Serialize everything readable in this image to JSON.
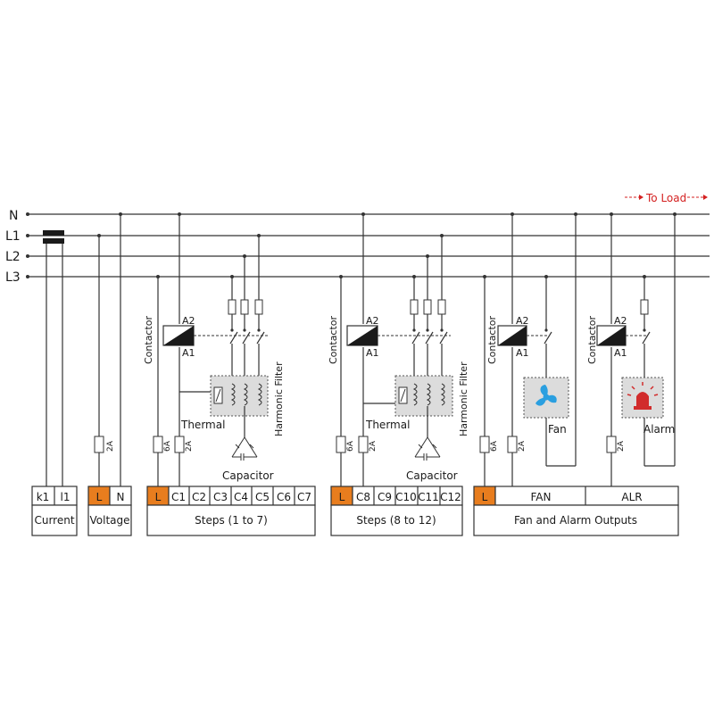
{
  "to_load": "To Load",
  "lines": [
    "N",
    "L1",
    "L2",
    "L3"
  ],
  "current": {
    "terminals": [
      "k1",
      "l1"
    ],
    "label": "Current"
  },
  "voltage": {
    "terminals": [
      "L",
      "N"
    ],
    "label": "Voltage"
  },
  "steps1": {
    "terminals": [
      "L",
      "C1",
      "C2",
      "C3",
      "C4",
      "C5",
      "C6",
      "C7"
    ],
    "label": "Steps (1 to 7)"
  },
  "steps2": {
    "terminals": [
      "L",
      "C8",
      "C9",
      "C10",
      "C11",
      "C12"
    ],
    "label": "Steps (8 to 12)"
  },
  "outputs": {
    "terminals": [
      "L",
      "FAN",
      "ALR"
    ],
    "label": "Fan and Alarm Outputs"
  },
  "labels": {
    "contactor": "Contactor",
    "a2": "A2",
    "a1": "A1",
    "thermal": "Thermal",
    "harmonic_filter": "Harmonic Filter",
    "capacitor": "Capacitor",
    "fan": "Fan",
    "alarm": "Alarm",
    "fuse_2a": "2A",
    "fuse_6a": "6A"
  },
  "colors": {
    "terminal_accent": "#e87d1e",
    "fan_icon": "#2a9fe0",
    "alarm_icon": "#d12c2c",
    "panel": "#dcdcdc"
  }
}
